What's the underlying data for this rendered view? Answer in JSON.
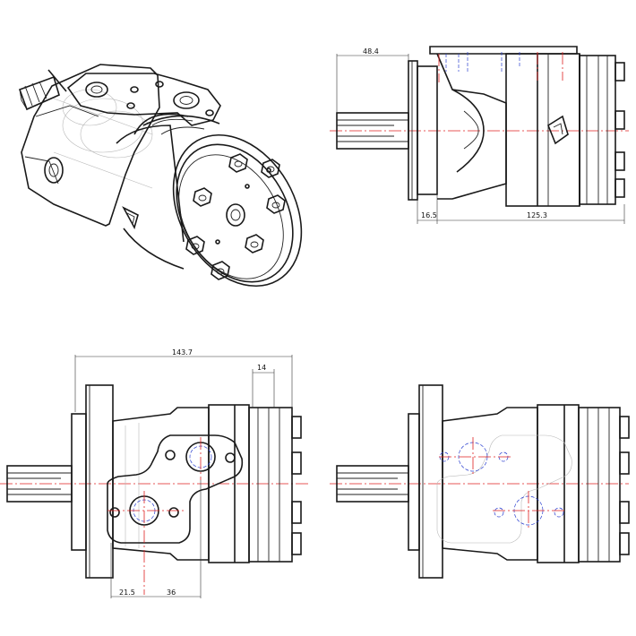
{
  "views": {
    "iso": {
      "name": "isometric-view"
    },
    "side": {
      "name": "side-elevation-view"
    },
    "front": {
      "name": "front-view-with-flange-ports"
    },
    "back": {
      "name": "back-view"
    }
  },
  "dimensions": {
    "flange_to_shaft": "48.4",
    "shaft_offset": "16.5",
    "body_length": "125.3",
    "overall_length": "143.7",
    "end_cap_width": "14",
    "port_offset_a": "21.5",
    "port_offset_b": "36"
  },
  "colors": {
    "outline": "#1a1a1a",
    "centerline": "#e02020",
    "hidden_port": "#2a3fd0",
    "hidden_line": "#b8b8b8"
  },
  "icons": [
    "brand-logo-icon"
  ]
}
